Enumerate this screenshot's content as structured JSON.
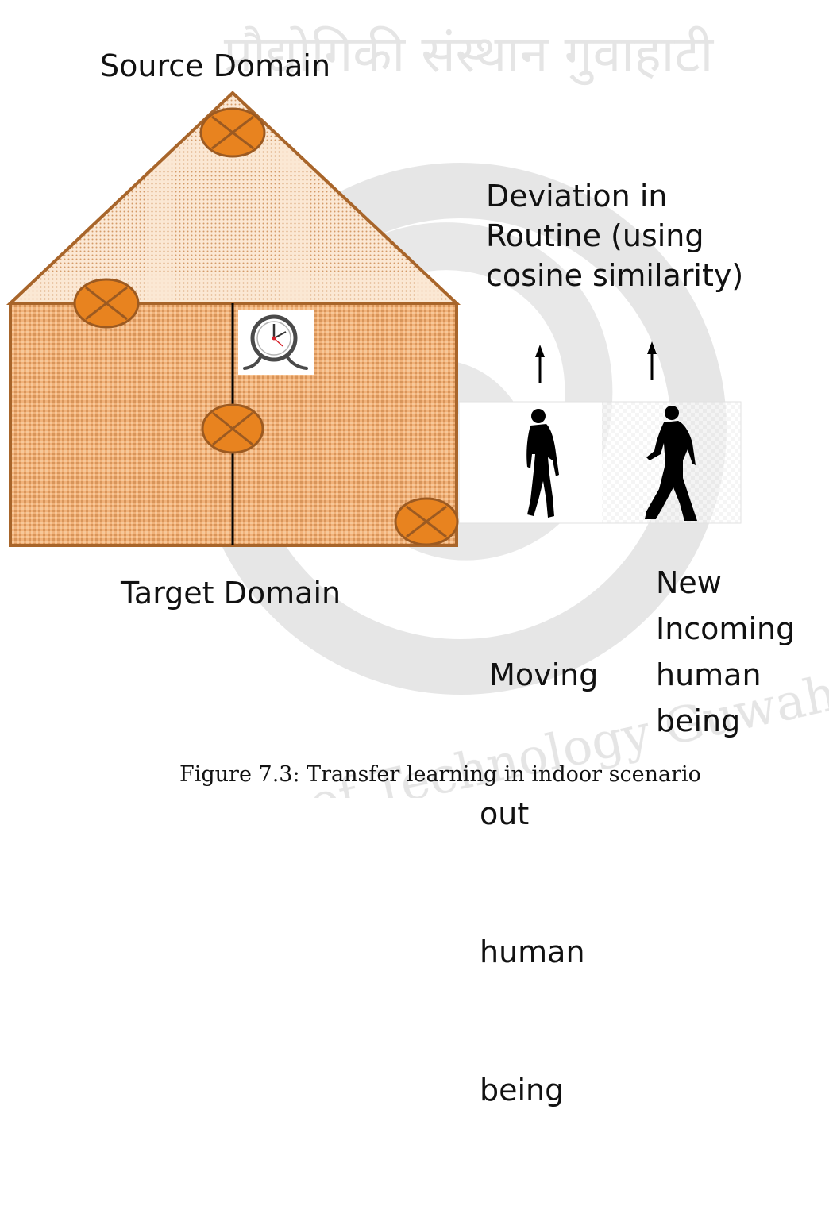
{
  "colors": {
    "house_stroke": "#a8652a",
    "house_fill_base": "#f1b27a",
    "house_dots": "#c9874a",
    "roof_fill_base": "#fbe7d2",
    "roof_dots": "#c78a55",
    "sensor_fill": "#e8831f",
    "sensor_stroke": "#9c5a21",
    "wall_line": "#000000",
    "watermark": "#cfcfcf",
    "text": "#111111"
  },
  "labels": {
    "source_domain": "Source Domain",
    "target_domain": "Target Domain",
    "deviation": [
      "Deviation in",
      "Routine (using",
      "cosine similarity)"
    ],
    "moving_out": [
      " Moving",
      "out",
      "human",
      "being"
    ],
    "new_incoming": [
      "New",
      "Incoming",
      "human",
      "being"
    ]
  },
  "caption": "Figure 7.3: Transfer learning in indoor scenario",
  "watermark": {
    "text_top": "प्रौद्योगिकी संस्थान गुवाहाटी",
    "text_bottom": "Institute of Technology Guwahati"
  },
  "icons": {
    "sensor": "sensor-x-icon",
    "clock": "walking-clock-icon",
    "person_out": "walking-person-silhouette-icon",
    "person_in": "walking-person-silhouette-icon",
    "arrow": "up-arrow-icon"
  }
}
